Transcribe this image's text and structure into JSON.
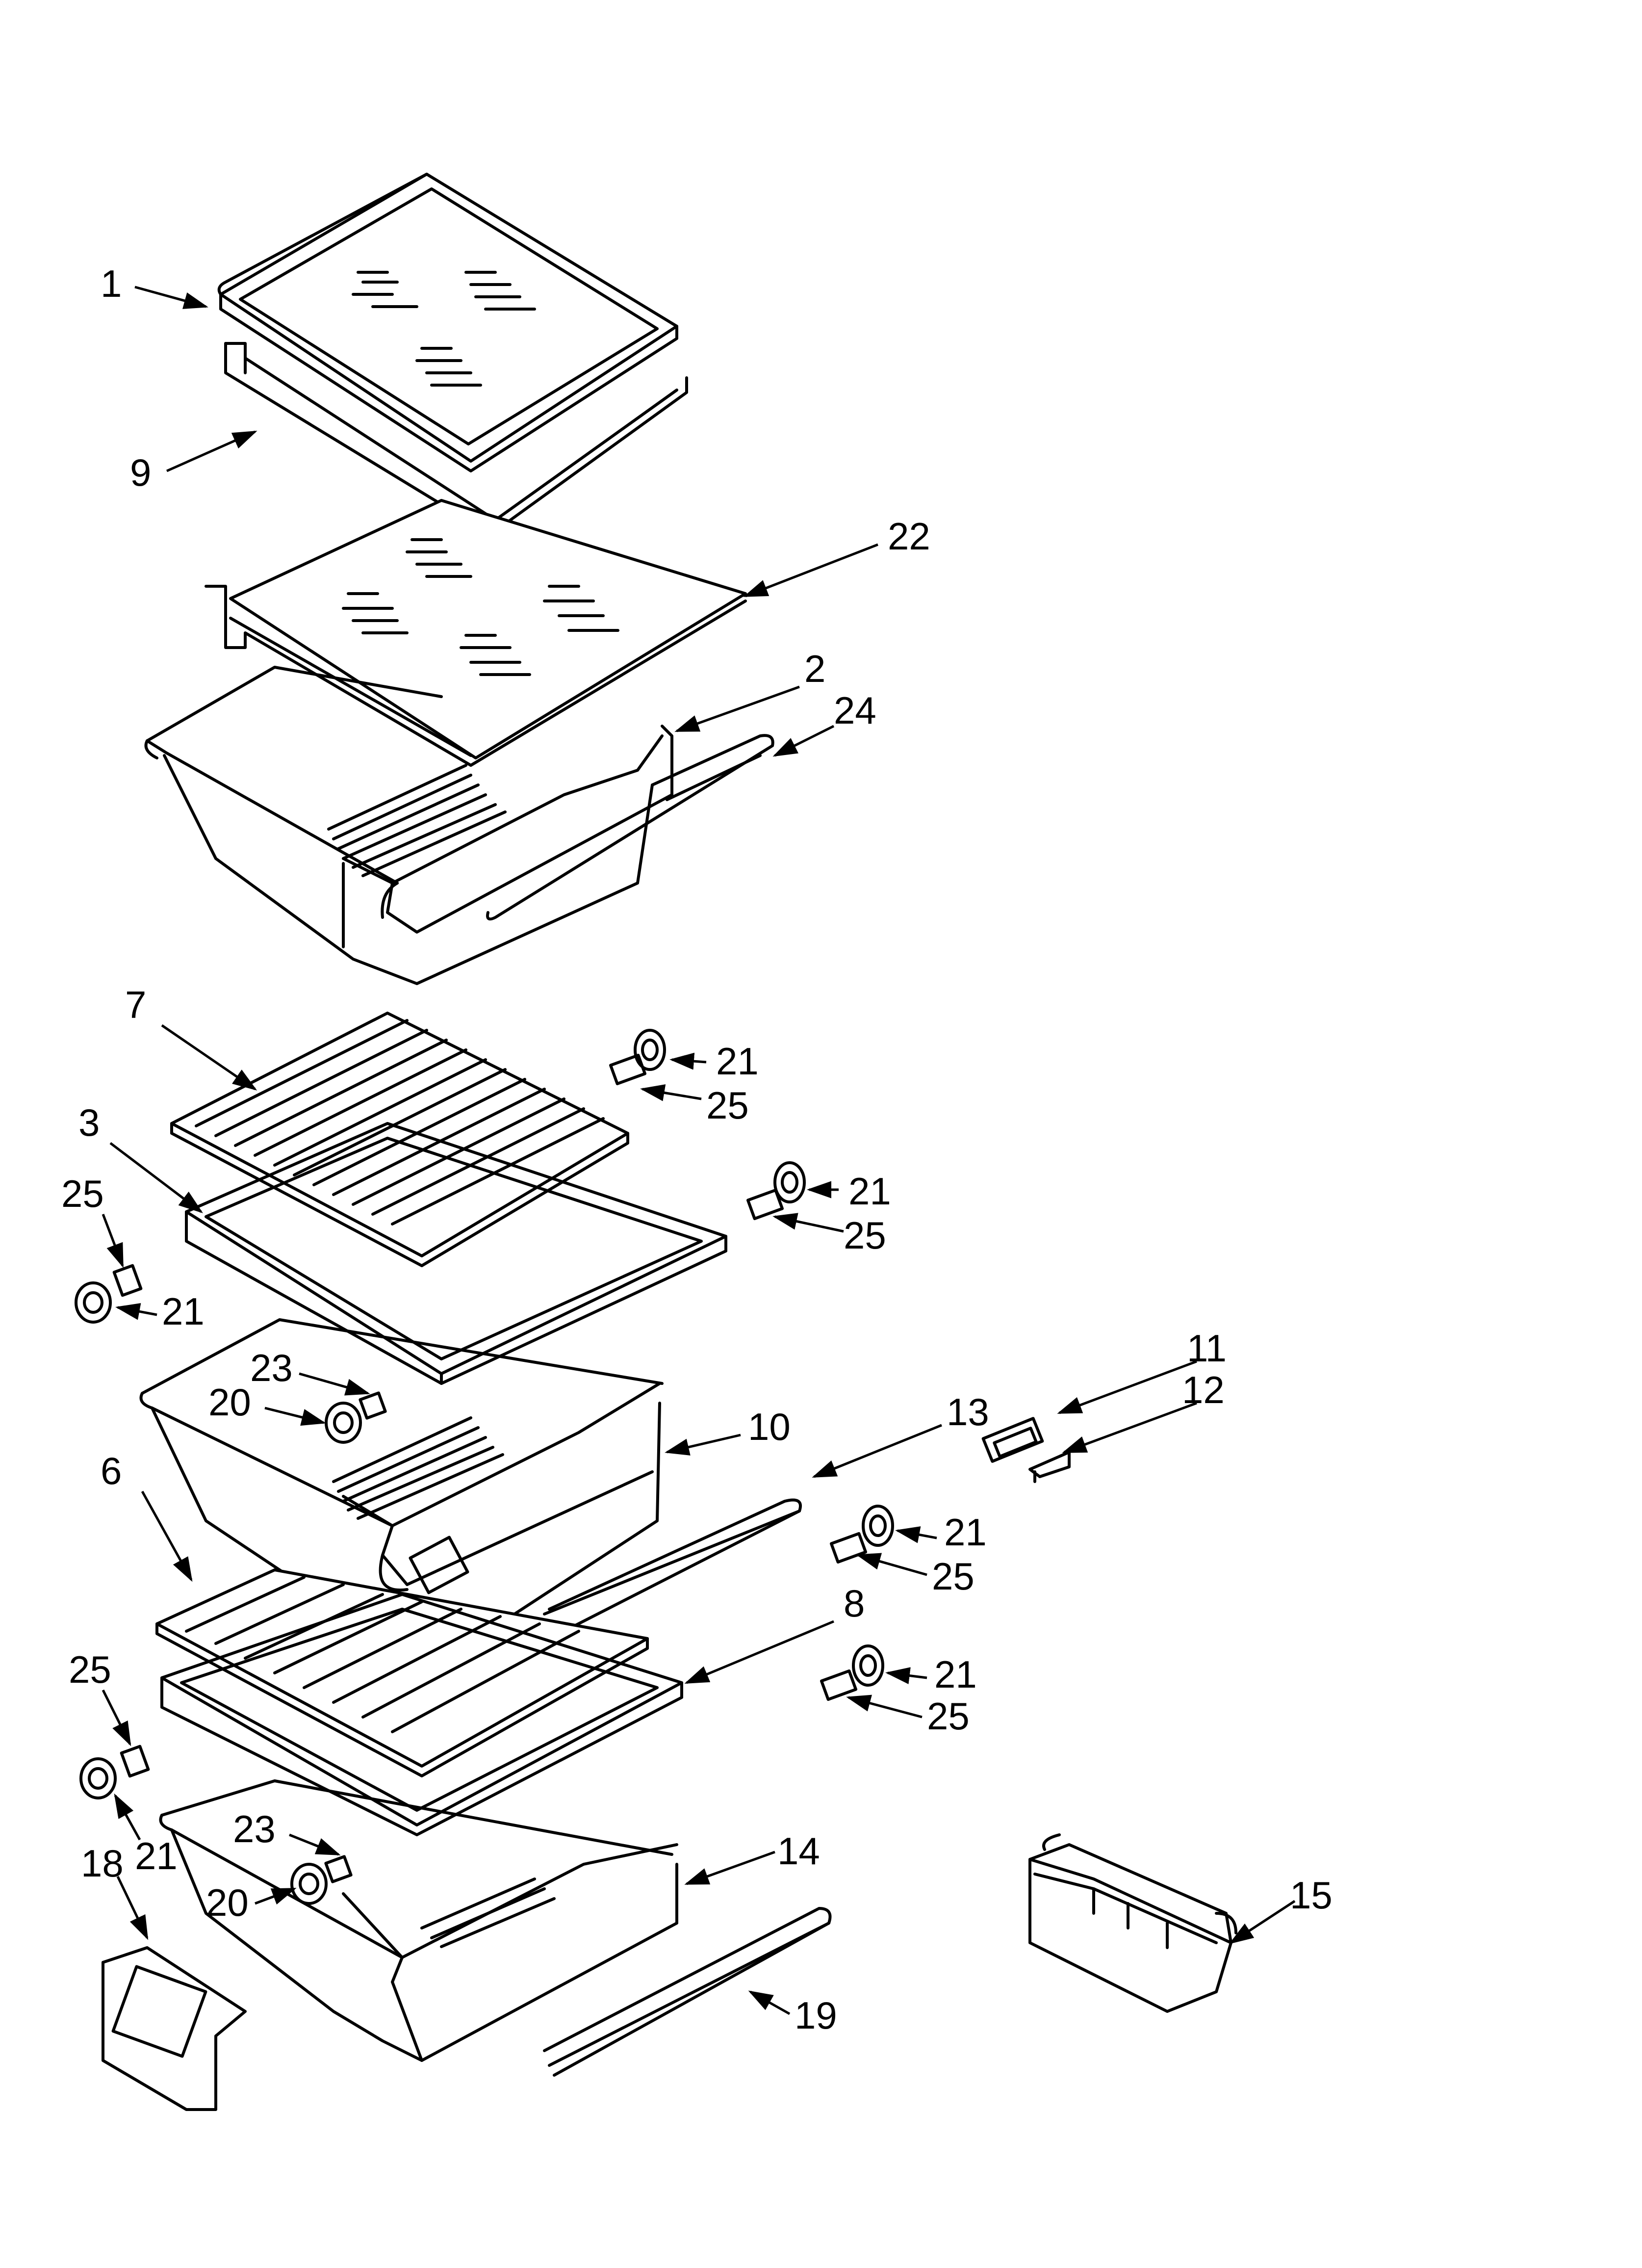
{
  "callouts": [
    {
      "id": "c1",
      "label": "1"
    },
    {
      "id": "c9",
      "label": "9"
    },
    {
      "id": "c22",
      "label": "22"
    },
    {
      "id": "c2",
      "label": "2"
    },
    {
      "id": "c24",
      "label": "24"
    },
    {
      "id": "c7",
      "label": "7"
    },
    {
      "id": "c21a",
      "label": "21"
    },
    {
      "id": "c25a",
      "label": "25"
    },
    {
      "id": "c3",
      "label": "3"
    },
    {
      "id": "c21b",
      "label": "21"
    },
    {
      "id": "c25b",
      "label": "25"
    },
    {
      "id": "c25c",
      "label": "25"
    },
    {
      "id": "c21c",
      "label": "21"
    },
    {
      "id": "c11",
      "label": "11"
    },
    {
      "id": "c12",
      "label": "12"
    },
    {
      "id": "c23a",
      "label": "23"
    },
    {
      "id": "c20a",
      "label": "20"
    },
    {
      "id": "c13",
      "label": "13"
    },
    {
      "id": "c10",
      "label": "10"
    },
    {
      "id": "c6",
      "label": "6"
    },
    {
      "id": "c21d",
      "label": "21"
    },
    {
      "id": "c25d",
      "label": "25"
    },
    {
      "id": "c8",
      "label": "8"
    },
    {
      "id": "c25e",
      "label": "25"
    },
    {
      "id": "c21e",
      "label": "21"
    },
    {
      "id": "c25f",
      "label": "25"
    },
    {
      "id": "c23b",
      "label": "23"
    },
    {
      "id": "c18",
      "label": "18"
    },
    {
      "id": "c21f",
      "label": "21"
    },
    {
      "id": "c20b",
      "label": "20"
    },
    {
      "id": "c14",
      "label": "14"
    },
    {
      "id": "c15",
      "label": "15"
    },
    {
      "id": "c19",
      "label": "19"
    }
  ]
}
